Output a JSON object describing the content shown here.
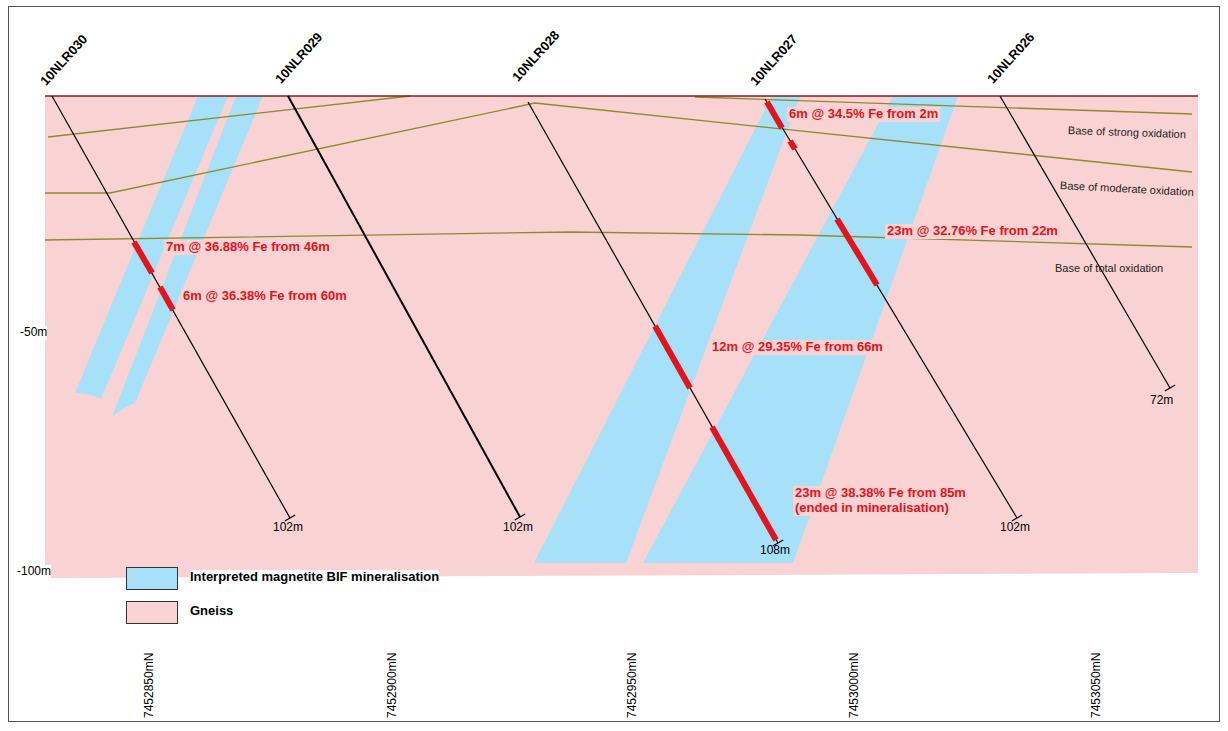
{
  "diagram": {
    "labels": [
      "10NLR030",
      "10NLR029",
      "10NLR028",
      "10NLR027",
      "10NLR026",
      "6m @ 34.5% Fe from 2m",
      "23m @ 32.76% Fe from 22m",
      "7m @ 36.88% Fe from 46m",
      "6m @ 36.38% Fe from 60m",
      "12m @ 29.35% Fe from 66m",
      "23m @ 38.38% Fe from 85m (ended in mineralisation)",
      "Base of strong oxidation",
      "Base of moderate oxidation",
      "Base of total oxidation",
      "72m",
      "102m",
      "102m",
      "108m",
      "102m",
      "-50m",
      "-100m",
      "7452850mN",
      "7452900mN",
      "7452950mN",
      "7453000mN",
      "7453050mN"
    ],
    "legend": [
      {
        "text": "Interpreted magnetite BIF mineralisation",
        "color": "#a6e1f9"
      },
      {
        "text": "Gneiss",
        "color": "#f9d2d3"
      }
    ]
  }
}
